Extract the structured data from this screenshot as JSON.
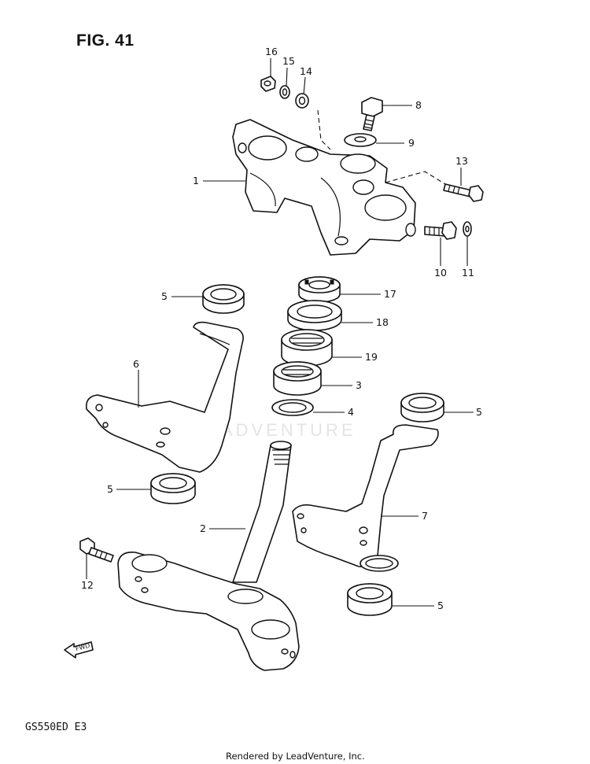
{
  "figure": {
    "title": "FIG. 41",
    "model_code": "GS550ED  E3",
    "credit": "Rendered by LeadVenture, Inc.",
    "watermark": "LEADVENTURE",
    "fwd_label": "FWD"
  },
  "callouts": [
    "16",
    "15",
    "14",
    "8",
    "9",
    "1",
    "13",
    "10",
    "11",
    "5",
    "17",
    "18",
    "6",
    "19",
    "3",
    "4",
    "5",
    "5",
    "7",
    "2",
    "12",
    "5"
  ]
}
